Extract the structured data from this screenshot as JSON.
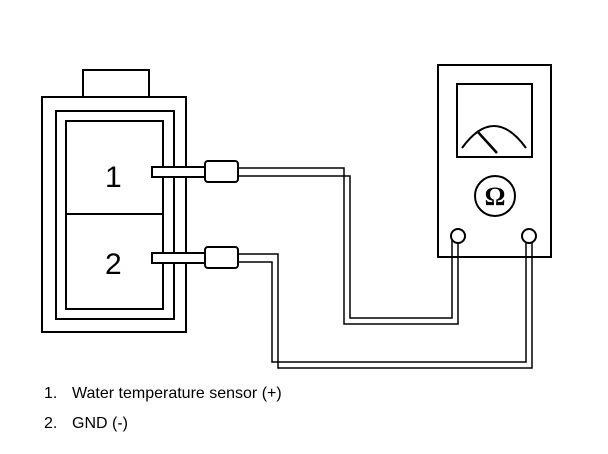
{
  "connector": {
    "pins": [
      "1",
      "2"
    ]
  },
  "meter": {
    "symbol": "Ω"
  },
  "legend": [
    {
      "num": "1.",
      "text": "Water temperature sensor (+)"
    },
    {
      "num": "2.",
      "text": "GND (-)"
    }
  ]
}
